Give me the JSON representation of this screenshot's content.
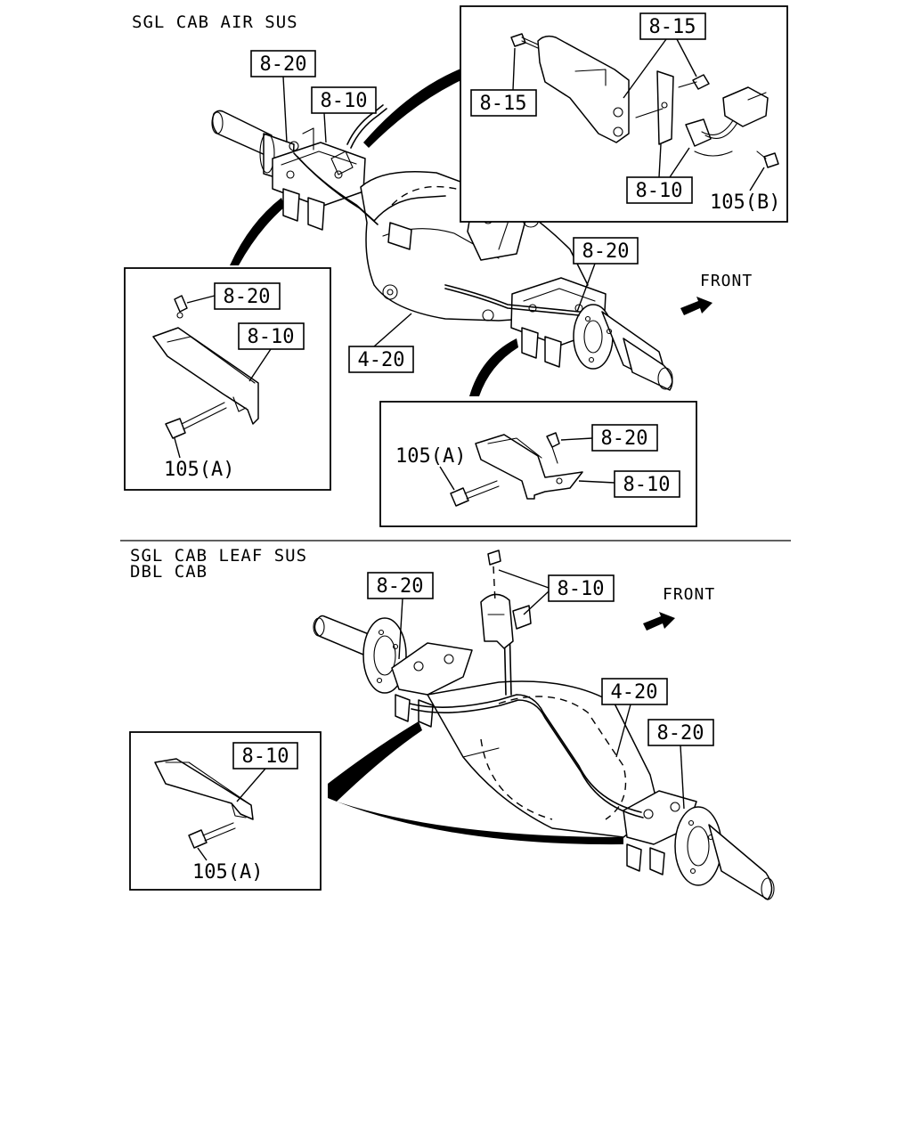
{
  "sections": {
    "air_sus": {
      "title": "SGL CAB AIR SUS"
    },
    "leaf_sus": {
      "title_line1": "SGL CAB LEAF SUS",
      "title_line2": "DBL CAB"
    }
  },
  "front_label": "FRONT",
  "part_labels": {
    "bracket": "8-10",
    "bolt_bracket": "8-15",
    "clip": "8-20",
    "axle_housing": "4-20",
    "bolt_a": "105(A)",
    "bolt_b": "105(B)"
  }
}
